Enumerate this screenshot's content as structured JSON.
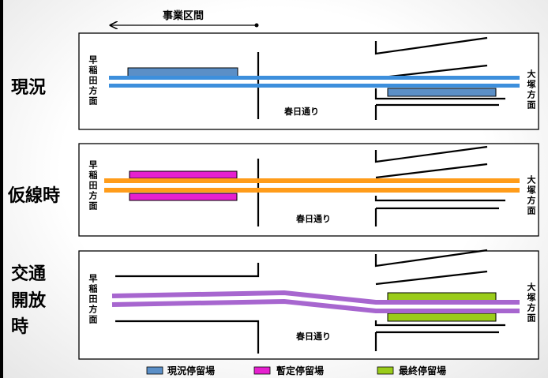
{
  "header": {
    "section_label": "事業区間"
  },
  "panels": [
    {
      "id": "current",
      "label_lines": [
        "現況"
      ],
      "left_dir": "早稲田方面",
      "right_dir": "大塚方面",
      "street": "春日通り",
      "stop_type": "現況停留場"
    },
    {
      "id": "temporary",
      "label_lines": [
        "仮線時"
      ],
      "left_dir": "早稲田方面",
      "right_dir": "大塚方面",
      "street": "春日通り",
      "stop_type": "暫定停留場"
    },
    {
      "id": "open",
      "label_lines": [
        "交通",
        "開放",
        "時"
      ],
      "left_dir": "早稲田方面",
      "right_dir": "大塚方面",
      "street": "春日通り",
      "stop_type": "最終停留場"
    }
  ],
  "legend": [
    {
      "label": "現況停留場",
      "color": "#5b8fc7"
    },
    {
      "label": "暫定停留場",
      "color": "#e620cf"
    },
    {
      "label": "最終停留場",
      "color": "#9acc1a"
    }
  ],
  "colors": {
    "track_current": "#3d8fdc",
    "track_temporary": "#ff9c1a",
    "track_open": "#a766cf",
    "stop_current": "#5b8fc7",
    "stop_temporary": "#e620cf",
    "stop_open": "#9acc1a"
  }
}
